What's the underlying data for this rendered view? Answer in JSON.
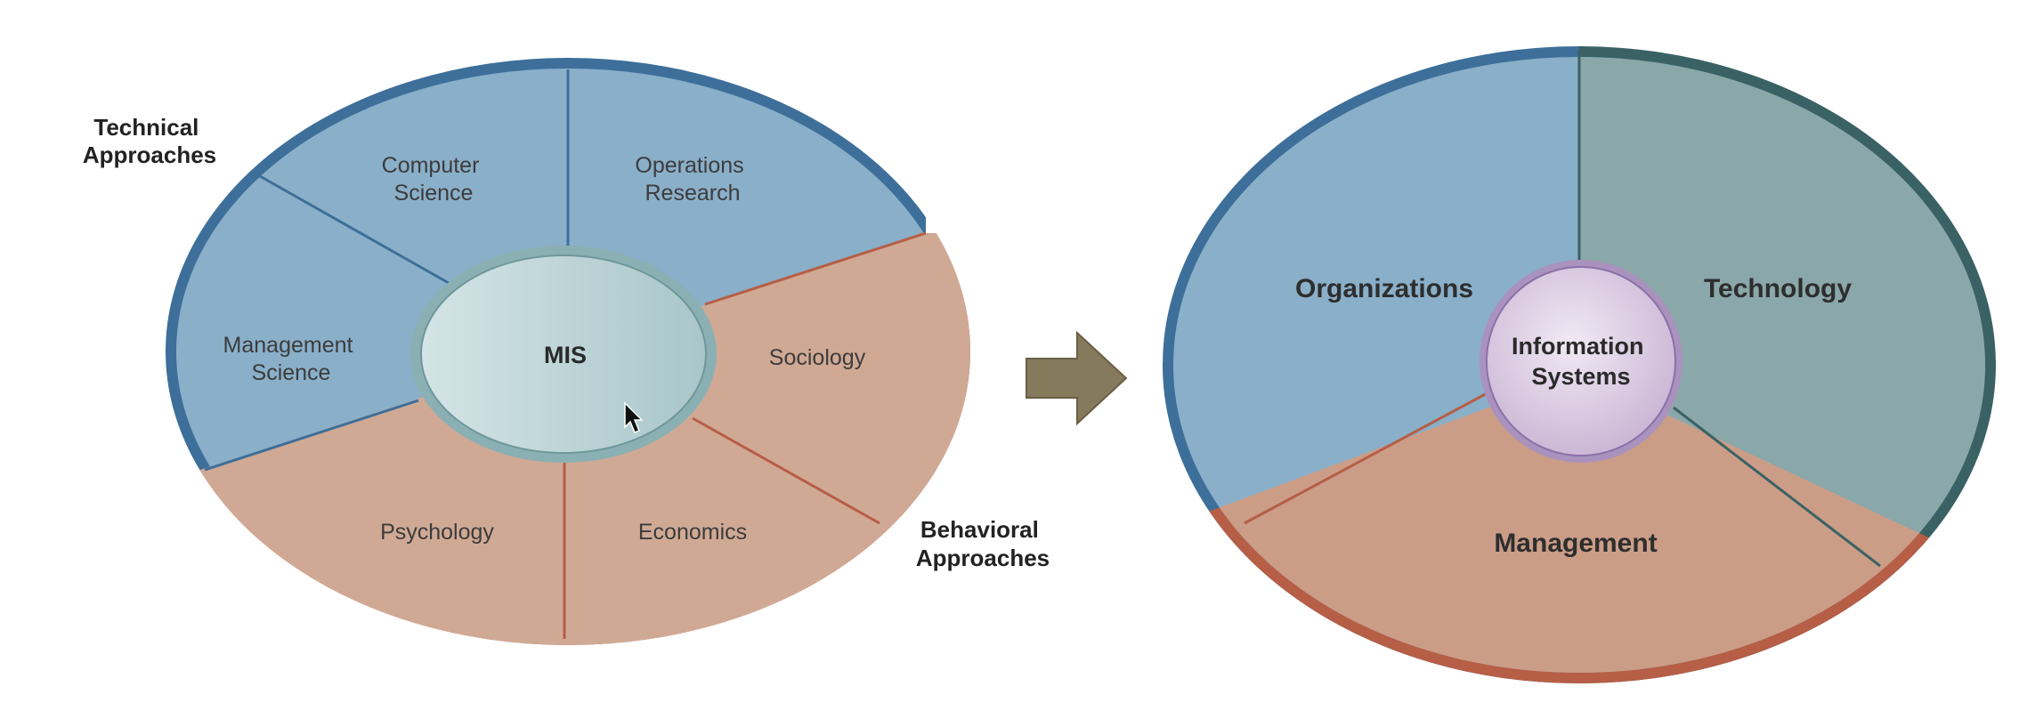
{
  "left_diagram": {
    "center": "MIS",
    "technical_group": [
      "Technical",
      "Approaches"
    ],
    "behavioral_group": [
      "Behavioral",
      "Approaches"
    ],
    "segments": {
      "computer_science": [
        "Computer",
        "Science"
      ],
      "operations_research": [
        "Operations",
        "Research"
      ],
      "management_science": [
        "Management",
        "Science"
      ],
      "sociology": [
        "Sociology"
      ],
      "psychology": [
        "Psychology"
      ],
      "economics": [
        "Economics"
      ]
    }
  },
  "right_diagram": {
    "center": [
      "Information",
      "Systems"
    ],
    "segments": {
      "organizations": "Organizations",
      "technology": "Technology",
      "management": "Management"
    }
  },
  "colors": {
    "technical_fill": "#8aafc9",
    "technical_border": "#3d6f9a",
    "behavioral_fill": "#d0a995",
    "behavioral_border": "#b65e46",
    "technology_fill": "#8aa7aa",
    "technology_border": "#3a6265",
    "center_fill": "#b9d3d6",
    "info_systems_fill": "#d9cbe0",
    "info_systems_border": "#9a80b2",
    "arrow": "#867a5c"
  }
}
